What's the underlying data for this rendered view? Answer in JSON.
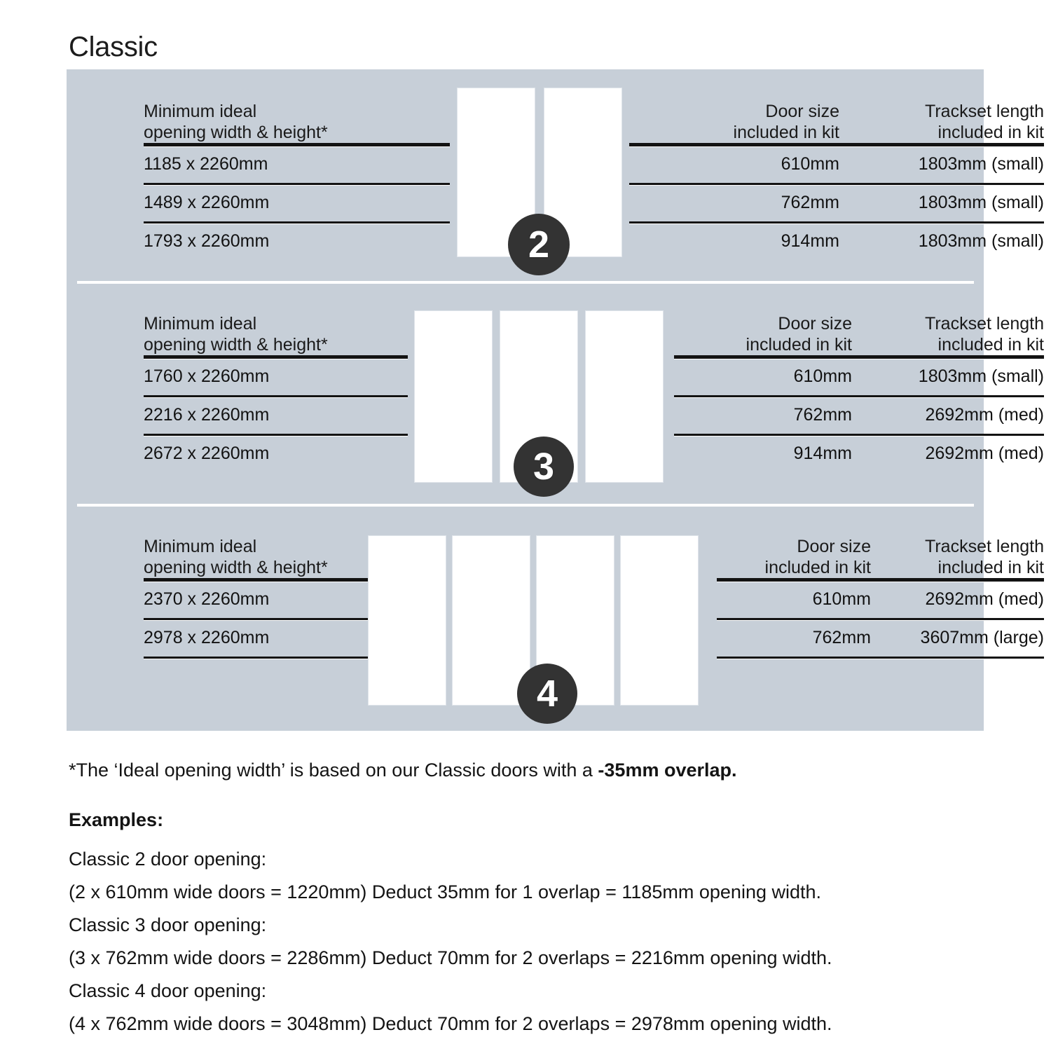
{
  "title": "Classic",
  "colors": {
    "panel_bg": "#c7cfd8",
    "badge_bg": "#333333",
    "door_fill": "#ffffff",
    "rule": "#131313",
    "text": "#141414"
  },
  "sections": [
    {
      "badge": "2",
      "door_count": 2,
      "left_header": "Minimum ideal\nopening width & height*",
      "right_headers": [
        "Door size\nincluded in kit",
        "Trackset length\nincluded in kit"
      ],
      "rows": [
        {
          "opening": "1185 x 2260mm",
          "door_size": "610mm",
          "trackset": "1803mm (small)"
        },
        {
          "opening": "1489 x 2260mm",
          "door_size": "762mm",
          "trackset": "1803mm (small)"
        },
        {
          "opening": "1793 x 2260mm",
          "door_size": "914mm",
          "trackset": "1803mm (small)"
        }
      ]
    },
    {
      "badge": "3",
      "door_count": 3,
      "left_header": "Minimum ideal\nopening width & height*",
      "right_headers": [
        "Door size\nincluded in kit",
        "Trackset length\nincluded in kit"
      ],
      "rows": [
        {
          "opening": "1760 x 2260mm",
          "door_size": "610mm",
          "trackset": "1803mm (small)"
        },
        {
          "opening": "2216 x 2260mm",
          "door_size": "762mm",
          "trackset": "2692mm (med)"
        },
        {
          "opening": "2672 x 2260mm",
          "door_size": "914mm",
          "trackset": "2692mm (med)"
        }
      ]
    },
    {
      "badge": "4",
      "door_count": 4,
      "left_header": "Minimum ideal\nopening width & height*",
      "right_headers": [
        "Door size\nincluded in kit",
        "Trackset length\nincluded in kit"
      ],
      "rows": [
        {
          "opening": "2370 x 2260mm",
          "door_size": "610mm",
          "trackset": "2692mm (med)"
        },
        {
          "opening": "2978 x 2260mm",
          "door_size": "762mm",
          "trackset": "3607mm (large)"
        }
      ]
    }
  ],
  "footnote": {
    "prefix": "*The ‘Ideal opening width’ is based on our Classic doors with a ",
    "emphasis": "-35mm overlap."
  },
  "examples": {
    "heading": "Examples:",
    "lines": [
      "Classic 2 door opening:",
      "(2 x 610mm wide doors = 1220mm)  Deduct 35mm for 1 overlap = 1185mm opening width.",
      "Classic 3 door opening:",
      "(3 x 762mm wide doors = 2286mm)  Deduct 70mm for 2 overlaps = 2216mm opening width.",
      "Classic 4 door opening:",
      "(4 x 762mm wide doors = 3048mm)  Deduct 70mm for 2 overlaps = 2978mm opening width."
    ]
  }
}
